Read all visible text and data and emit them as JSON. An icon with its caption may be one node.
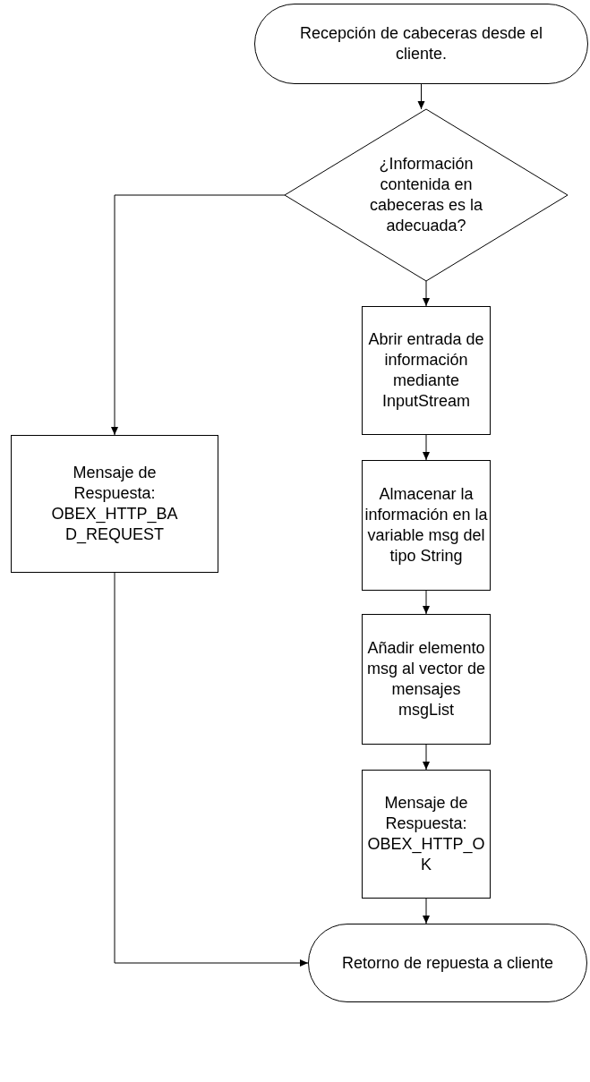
{
  "diagram": {
    "nodes": [
      {
        "text": [
          "Recepción de cabeceras desde el cliente."
        ]
      },
      {
        "text": [
          "¿Información contenida en cabeceras es la adecuada?"
        ]
      },
      {
        "text": [
          "Abrir entrada de información mediante InputStream"
        ]
      },
      {
        "text": [
          "Mensaje de Respuesta: OBEX_HTTP_BAD_REQUEST"
        ]
      },
      {
        "text": [
          "Almacenar la información en la variable msg del tipo String"
        ]
      },
      {
        "text": [
          "Añadir elemento msg al vector de mensajes msgList"
        ]
      },
      {
        "text": [
          "Mensaje de Respuesta: OBEX_HTTP_OK"
        ]
      },
      {
        "text": [
          "Retorno de repuesta a cliente"
        ]
      }
    ],
    "edges": [
      {
        "from": 0,
        "to": 1,
        "arrow": "to"
      },
      {
        "from": 1,
        "to": 2,
        "arrow": "to"
      },
      {
        "from": 1,
        "to": 3,
        "arrow": "to"
      },
      {
        "from": 2,
        "to": 4,
        "arrow": "to"
      },
      {
        "from": 4,
        "to": 5,
        "arrow": "to"
      },
      {
        "from": 5,
        "to": 6,
        "arrow": "to"
      },
      {
        "from": 6,
        "to": 7,
        "arrow": "to"
      },
      {
        "from": 3,
        "to": 7,
        "arrow": "to"
      }
    ]
  }
}
